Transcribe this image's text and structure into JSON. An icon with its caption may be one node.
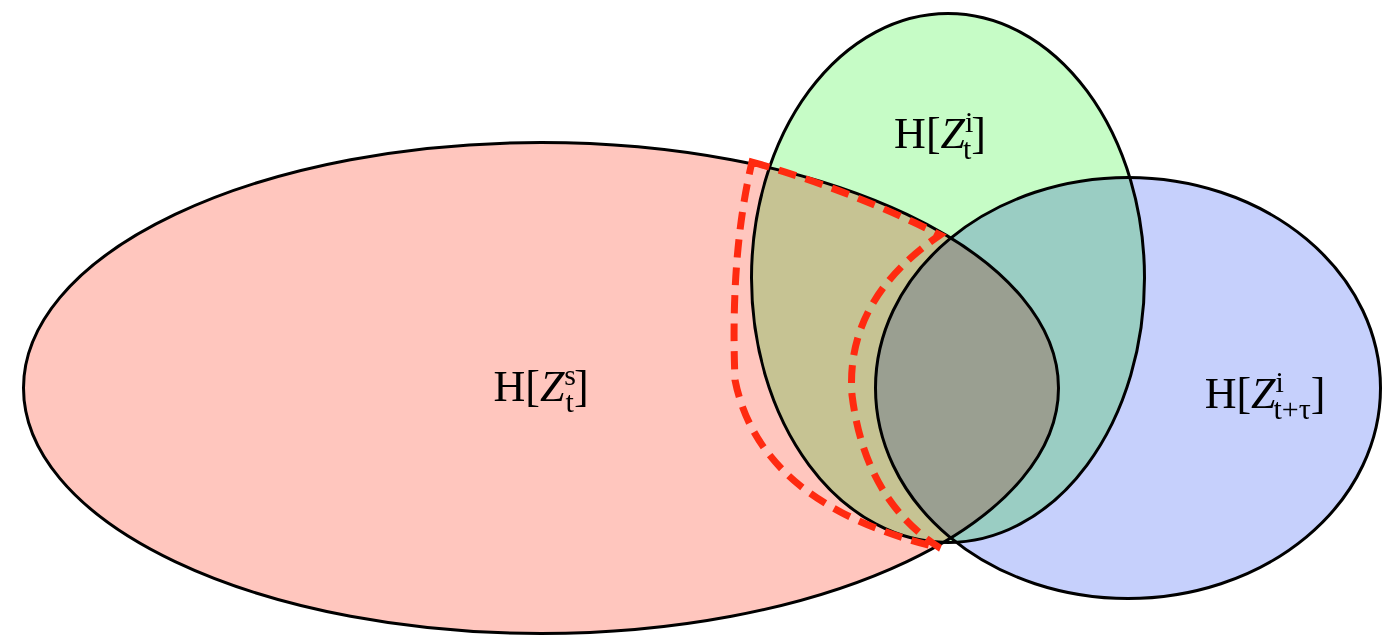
{
  "diagram": {
    "nodes": [
      {
        "text": [
          "H[*Z*$^{s}$$_{t}$]"
        ]
      },
      {
        "text": [
          "H[*Z*$^{i}$$_{t}$]"
        ]
      },
      {
        "text": [
          "H[*Z*$^{i}$$_{t+τ}$]"
        ]
      }
    ]
  }
}
